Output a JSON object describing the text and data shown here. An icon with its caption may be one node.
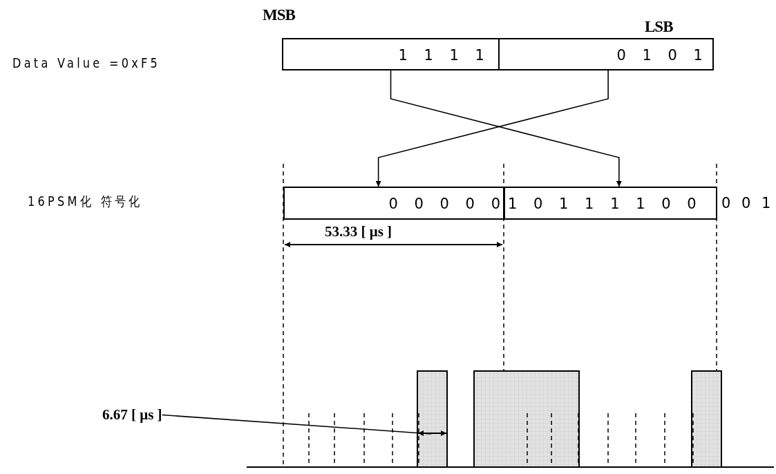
{
  "diagram": {
    "nodes": [
      {
        "text": [
          "1 1 1 1"
        ],
        "beside": [
          "MSB"
        ]
      },
      {
        "text": [
          "0 1 0 1"
        ],
        "beside": [
          "LSB"
        ]
      },
      {
        "text": [
          "0 0 0 0 0"
        ]
      },
      {
        "text": [
          "1 0 1 1 1 1 0 0"
        ]
      },
      {
        "text": [
          "6.67 [ μs ]"
        ]
      }
    ],
    "edges": [
      {
        "from": 0,
        "to": 3,
        "arrow": "to"
      },
      {
        "from": 1,
        "to": 2,
        "arrow": "to"
      },
      {
        "from": 4,
        "to": null,
        "arrow": "none"
      }
    ],
    "labels": [
      "Data Value =0xF5",
      "16PSM化 符号化",
      "0 0 1",
      "53.33 [ μs ]"
    ]
  }
}
